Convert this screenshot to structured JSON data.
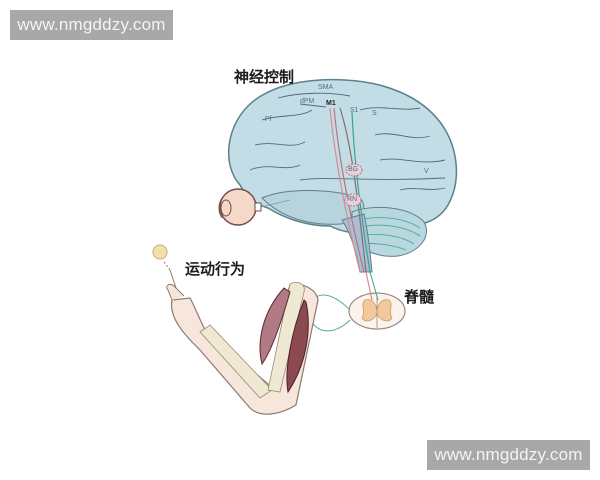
{
  "watermarks": {
    "top": "www.nmgddzy.com",
    "bottom": "www.nmgddzy.com"
  },
  "labels": {
    "neural_control": "神经控制",
    "motor_behavior": "运动行为",
    "spinal_cord": "脊髓"
  },
  "brain_regions": {
    "sma": "SMA",
    "dpm": "dPM",
    "m1": "M1",
    "s1": "S1",
    "s2": "S",
    "pf": "Pf",
    "bg": "BG",
    "rn": "RN",
    "v": "V"
  },
  "colors": {
    "brain_fill": "#c3dde6",
    "brain_outline": "#5e7f8c",
    "tract_red": "#d98a92",
    "tract_green": "#3aa58f",
    "spinal_gray_matter": "#f2c99a",
    "muscle": "#6b3a3a",
    "bone": "#efe8d2",
    "skin": "#f7e6dc",
    "target_dot": "#f2dfaa",
    "watermark_bg": "#a8a8a8"
  }
}
